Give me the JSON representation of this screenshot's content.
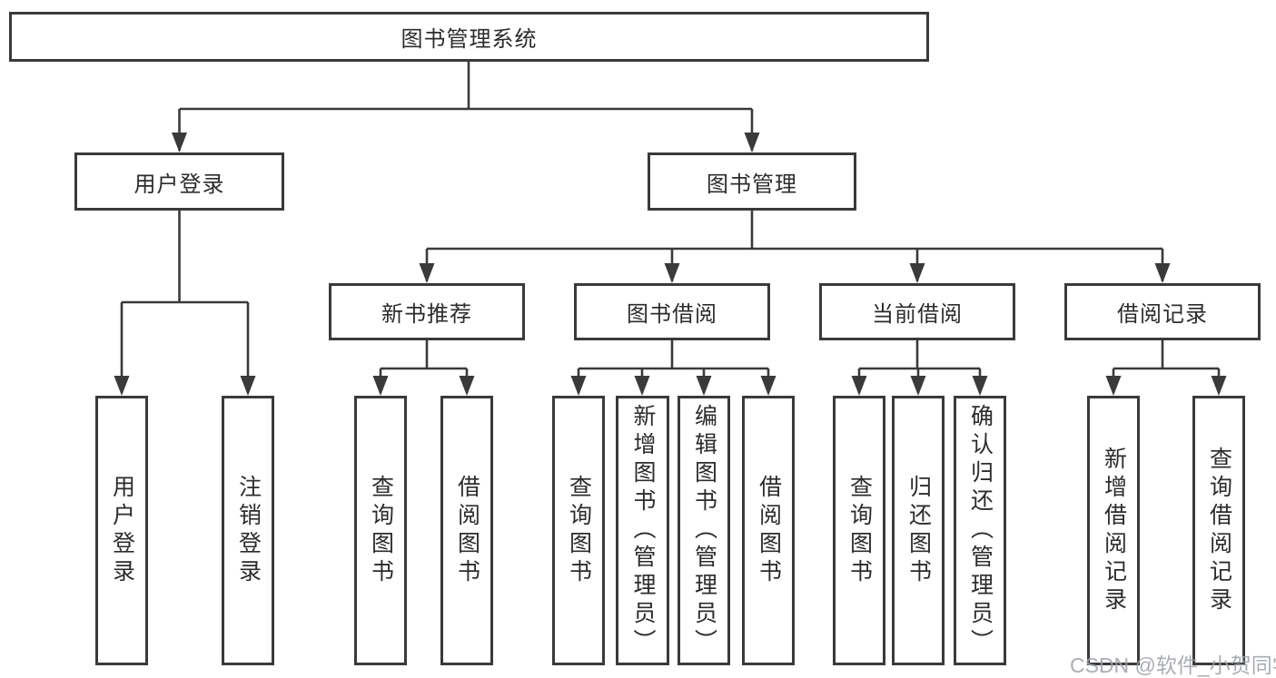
{
  "page": {
    "background_color": "#ffffff",
    "line_color": "#3a3a3a",
    "box_border_color": "#3a3a3a",
    "text_color": "#2c2c2c"
  },
  "tree": {
    "root": {
      "label": "图书管理系统"
    },
    "level2": [
      {
        "label": "用户登录"
      },
      {
        "label": "图书管理"
      }
    ],
    "level3": [
      {
        "label": "新书推荐"
      },
      {
        "label": "图书借阅"
      },
      {
        "label": "当前借阅"
      },
      {
        "label": "借阅记录"
      }
    ],
    "leaves": {
      "login": [
        "用户登录",
        "注销登录"
      ],
      "recommend": [
        "查询图书",
        "借阅图书"
      ],
      "borrow": [
        "查询图书",
        "新增图书（管理员）",
        "编辑图书（管理员）",
        "借阅图书"
      ],
      "current": [
        "查询图书",
        "归还图书",
        "确认归还（管理员）"
      ],
      "records": [
        "新增借阅记录",
        "查询借阅记录"
      ]
    }
  },
  "watermark": {
    "text": "CSDN @软件_小贺同学",
    "color": "#9ea2a7"
  }
}
